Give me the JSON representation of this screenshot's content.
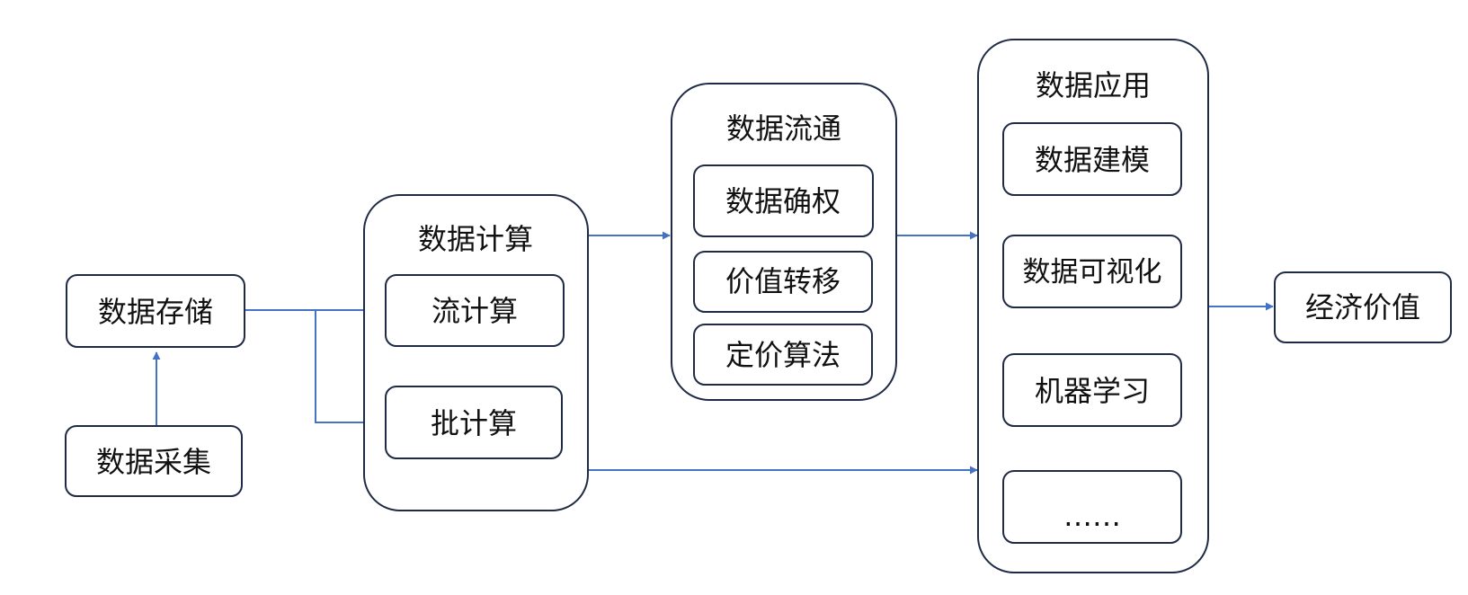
{
  "nodes": {
    "data_collection": "数据采集",
    "data_storage": "数据存储",
    "data_computing": {
      "title": "数据计算",
      "stream": "流计算",
      "batch": "批计算"
    },
    "data_circulation": {
      "title": "数据流通",
      "rights": "数据确权",
      "value_transfer": "价值转移",
      "pricing": "定价算法"
    },
    "data_application": {
      "title": "数据应用",
      "modeling": "数据建模",
      "visualization": "数据可视化",
      "ml": "机器学习",
      "more": "……"
    },
    "economic_value": "经济价值"
  },
  "colors": {
    "box_border": "#1f2a44",
    "arrow": "#4472c4",
    "text": "#111111"
  }
}
